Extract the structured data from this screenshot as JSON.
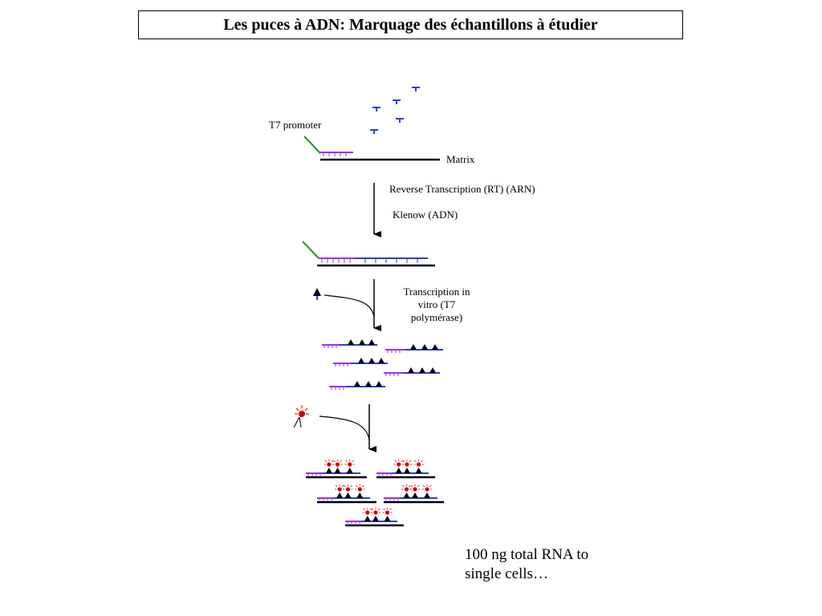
{
  "title": "Les puces à ADN: Marquage des échantillons à étudier",
  "labels": {
    "t7_promoter": "T7 promoter",
    "matrix": "Matrix",
    "reverse_transcription": "Reverse Transcription (RT) (ARN)",
    "klenow": "Klenow (ADN)",
    "transcription_in_vitro": "Transcription in vitro (T7 polymérase)"
  },
  "footnote": "100 ng total RNA to single cells…",
  "colors": {
    "purple": "#9b30ff",
    "blue": "#2f3fd0",
    "green": "#1a9a1a",
    "red": "#d40000",
    "black": "#000000"
  }
}
